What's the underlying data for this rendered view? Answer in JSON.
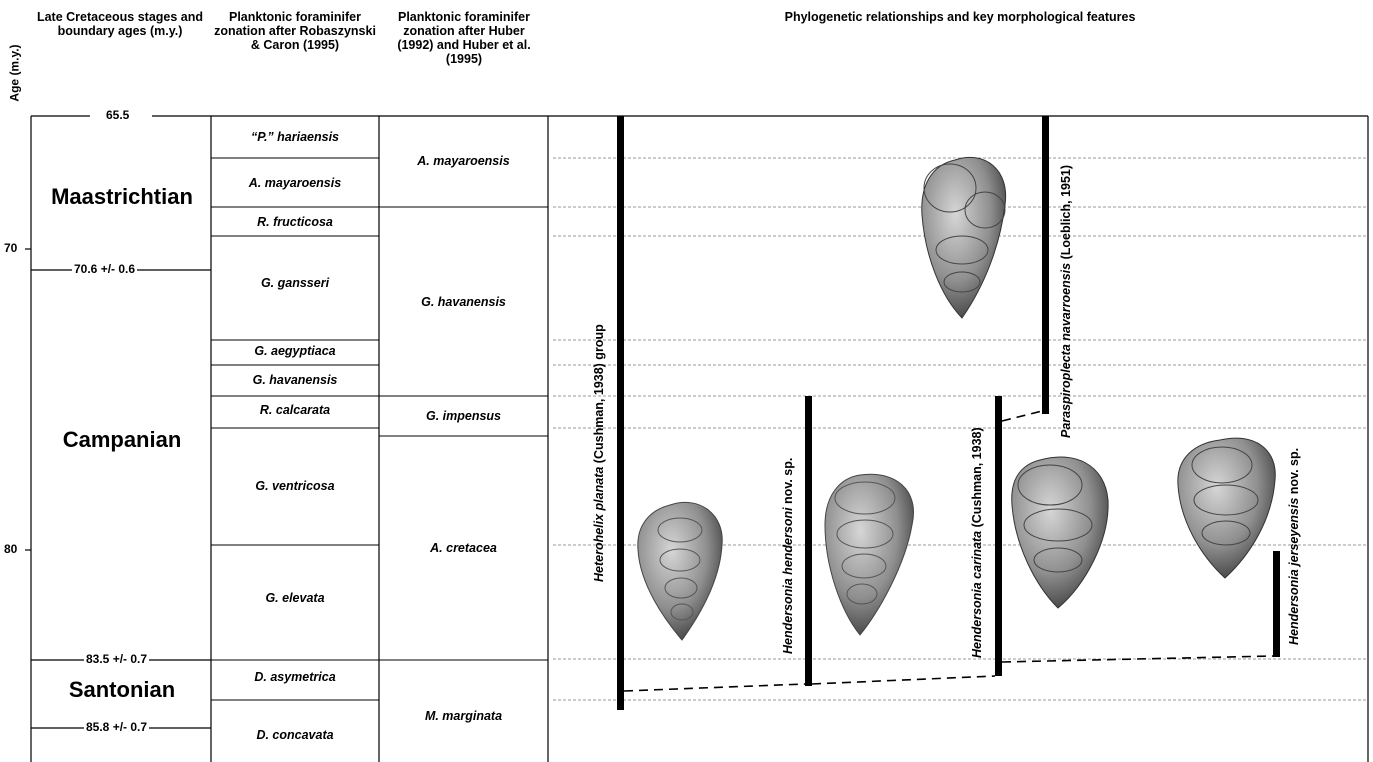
{
  "headers": {
    "stages": "Late Cretaceous stages and boundary ages (m.y.)",
    "zonation_robaszynski": "Planktonic foraminifer zonation after Robaszynski & Caron (1995)",
    "zonation_huber": "Planktonic foraminifer zonation after Huber (1992) and Huber et al. (1995)",
    "phylogeny": "Phylogenetic relationships and key morphological features"
  },
  "axis": {
    "title": "Age (m.y.)",
    "ticks": [
      "70",
      "80"
    ]
  },
  "stages": [
    "Maastrichtian",
    "Campanian",
    "Santonian"
  ],
  "boundaries": [
    "65.5",
    "70.6 +/- 0.6",
    "83.5 +/- 0.7",
    "85.8 +/- 0.7"
  ],
  "zones_robaszynski": [
    "“P.” hariaensis",
    "A. mayaroensis",
    "R. fructicosa",
    "G. gansseri",
    "G. aegyptiaca",
    "G. havanensis",
    "R. calcarata",
    "G. ventricosa",
    "G. elevata",
    "D. asymetrica",
    "D. concavata"
  ],
  "zones_huber": [
    "A. mayaroensis",
    "G. havanensis",
    "G. impensus",
    "A. cretacea",
    "M. marginata"
  ],
  "taxa": {
    "planata": {
      "genus": "Heterohelix planata",
      "author": " (Cushman, 1938) group"
    },
    "hendersoni": {
      "genus": "Hendersonia hendersoni",
      "author": " nov. sp."
    },
    "carinata": {
      "genus": "Hendersonia carinata",
      "author": " (Cushman, 1938)"
    },
    "navarroensis": {
      "genus": "Paraspiroplecta navarroensis",
      "author": " (Loeblich, 1951)"
    },
    "jerseyensis": {
      "genus": "Hendersonia jerseyensis",
      "author": " nov. sp."
    }
  },
  "colors": {
    "line": "#000000",
    "dashed_grid": "#9a9a9a",
    "fossil": "#8a8a8a"
  }
}
